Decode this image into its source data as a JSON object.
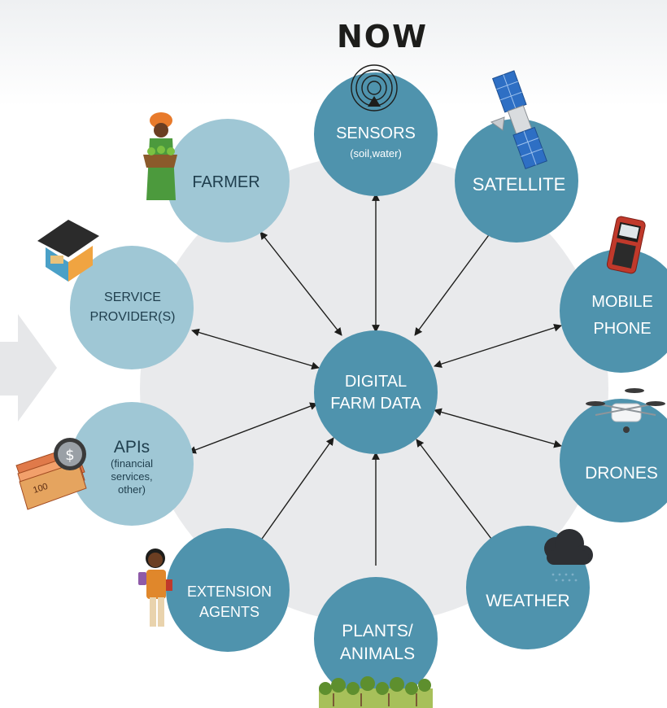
{
  "title": "NOW",
  "hub": {
    "line1": "DIGITAL",
    "line2": "FARM DATA"
  },
  "nodes": {
    "sensors": {
      "line1": "SENSORS",
      "sub": "(soil,water)"
    },
    "satellite": {
      "line1": "SATELLITE"
    },
    "mobile": {
      "line1": "MOBILE",
      "line2": "PHONE"
    },
    "drones": {
      "line1": "DRONES"
    },
    "weather": {
      "line1": "WEATHER"
    },
    "plants": {
      "line1": "PLANTS/",
      "line2": "ANIMALS"
    },
    "extension": {
      "line1": "EXTENSION",
      "line2": "AGENTS"
    },
    "apis": {
      "line1": "APIs",
      "sub1": "(financial",
      "sub2": "services,",
      "sub3": "other)"
    },
    "service": {
      "line1": "SERVICE",
      "line2": "PROVIDER(S)"
    },
    "farmer": {
      "line1": "FARMER"
    }
  },
  "money_note": "100",
  "colors": {
    "dark_node": "#4f93ad",
    "light_node": "#9fc7d5",
    "hub": "#4f93ad",
    "background_circle": "#e9eaec",
    "arrow": "#1d1d1b",
    "title": "#1d1d1b"
  },
  "icons": [
    "sensor-icon",
    "satellite-icon",
    "mobile-phone-icon",
    "drone-icon",
    "cloud-icon",
    "plants-icon",
    "extension-agent-icon",
    "money-icon",
    "shop-icon",
    "farmer-icon",
    "left-arrow-shape"
  ]
}
